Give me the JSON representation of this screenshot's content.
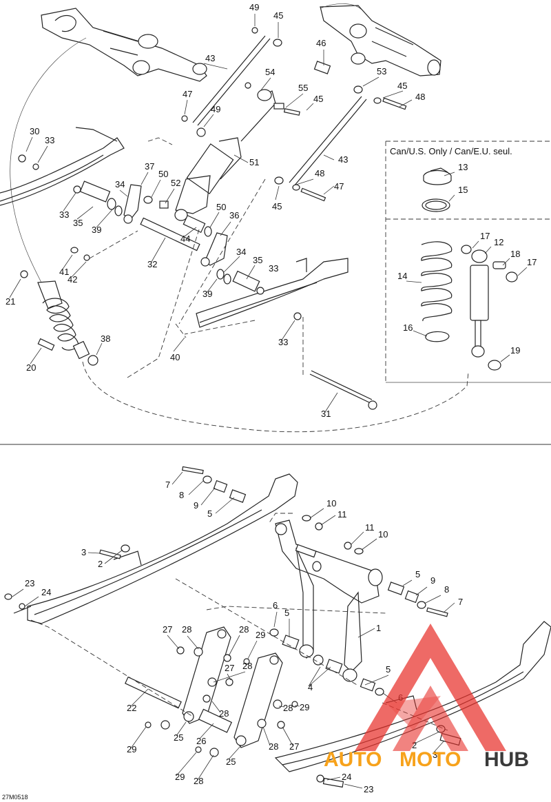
{
  "inset": {
    "title": "Can/U.S. Only / Can/E.U. seul."
  },
  "reference_code": "27M0518",
  "watermark": {
    "part1": "AUTO",
    "part2": "MOTO",
    "part3": "HUB",
    "color_red": "#e8312b",
    "color_orange": "#f7a21b",
    "color_dark": "#3a3a3a"
  },
  "callouts_top": [
    "49",
    "45",
    "46",
    "43",
    "54",
    "55",
    "53",
    "45",
    "48",
    "47",
    "49",
    "45",
    "30",
    "33",
    "51",
    "43",
    "37",
    "34",
    "50",
    "52",
    "48",
    "47",
    "33",
    "35",
    "39",
    "45",
    "50",
    "36",
    "44",
    "32",
    "34",
    "35",
    "41",
    "42",
    "33",
    "21",
    "39",
    "38",
    "33",
    "20",
    "40",
    "31",
    "13",
    "15",
    "17",
    "12",
    "18",
    "17",
    "14",
    "16",
    "19"
  ],
  "callouts_bottom": [
    "7",
    "8",
    "9",
    "5",
    "10",
    "11",
    "11",
    "10",
    "3",
    "2",
    "5",
    "9",
    "8",
    "7",
    "23",
    "24",
    "6",
    "5",
    "1",
    "27",
    "28",
    "28",
    "29",
    "27",
    "28",
    "6",
    "5",
    "4",
    "22",
    "28",
    "29",
    "28",
    "29",
    "25",
    "26",
    "25",
    "28",
    "27",
    "2",
    "3",
    "24",
    "23",
    "29",
    "28"
  ]
}
